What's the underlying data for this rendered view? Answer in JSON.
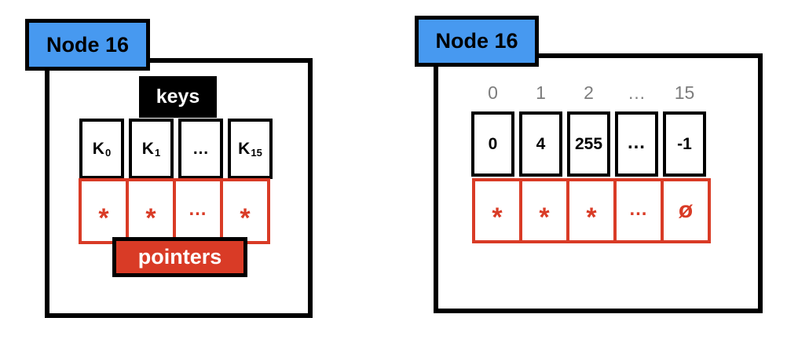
{
  "colors": {
    "blue": "#4799F0",
    "red": "#D93B26",
    "gray": "#7D7D7D",
    "black": "#000000",
    "white": "#FFFFFF"
  },
  "left_node": {
    "title": "Node 16",
    "keys_label": "keys",
    "pointers_label": "pointers",
    "key_cells": [
      {
        "text": "K",
        "sub": "0"
      },
      {
        "text": "K",
        "sub": "1"
      },
      {
        "text": "…",
        "sub": ""
      },
      {
        "text": "K",
        "sub": "15"
      }
    ],
    "pointer_cells": [
      "*",
      "*",
      "…",
      "*"
    ]
  },
  "right_node": {
    "title": "Node 16",
    "index_labels": [
      "0",
      "1",
      "2",
      "…",
      "15"
    ],
    "value_cells": [
      "0",
      "4",
      "255",
      "…",
      "-1"
    ],
    "pointer_cells": [
      "*",
      "*",
      "*",
      "…",
      "ø"
    ]
  }
}
